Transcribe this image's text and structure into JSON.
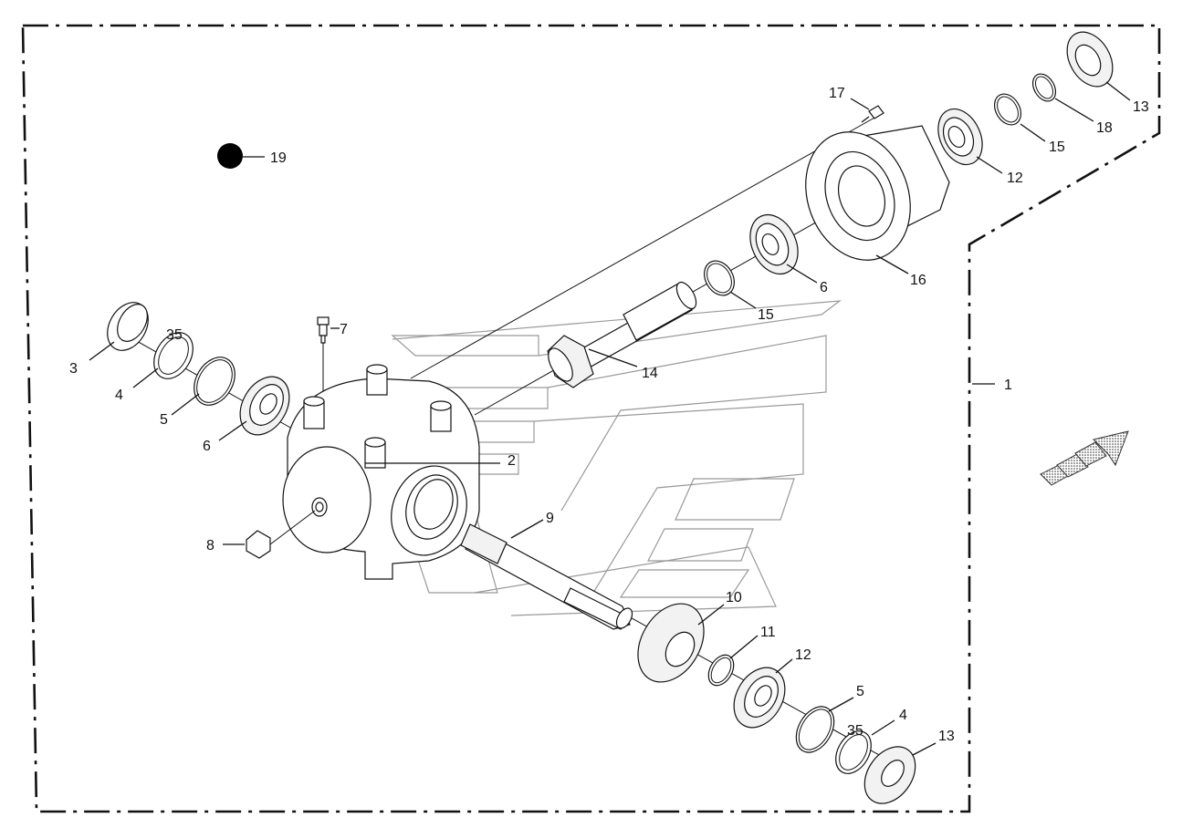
{
  "diagram": {
    "callouts": [
      {
        "id": "c1",
        "text": "1"
      },
      {
        "id": "c2",
        "text": "2"
      },
      {
        "id": "c3",
        "text": "3"
      },
      {
        "id": "c4a",
        "text": "4"
      },
      {
        "id": "c4b",
        "text": "4"
      },
      {
        "id": "c5a",
        "text": "5"
      },
      {
        "id": "c5b",
        "text": "5"
      },
      {
        "id": "c6a",
        "text": "6"
      },
      {
        "id": "c6b",
        "text": "6"
      },
      {
        "id": "c7",
        "text": "7"
      },
      {
        "id": "c8",
        "text": "8"
      },
      {
        "id": "c9",
        "text": "9"
      },
      {
        "id": "c10",
        "text": "10"
      },
      {
        "id": "c11",
        "text": "11"
      },
      {
        "id": "c12a",
        "text": "12"
      },
      {
        "id": "c12b",
        "text": "12"
      },
      {
        "id": "c13a",
        "text": "13"
      },
      {
        "id": "c13b",
        "text": "13"
      },
      {
        "id": "c14",
        "text": "14"
      },
      {
        "id": "c15a",
        "text": "15"
      },
      {
        "id": "c15b",
        "text": "15"
      },
      {
        "id": "c16",
        "text": "16"
      },
      {
        "id": "c17",
        "text": "17"
      },
      {
        "id": "c18",
        "text": "18"
      },
      {
        "id": "c19",
        "text": "19"
      }
    ],
    "ring_marks": [
      {
        "id": "m4a",
        "text": "35"
      },
      {
        "id": "m4b",
        "text": "35"
      }
    ]
  }
}
